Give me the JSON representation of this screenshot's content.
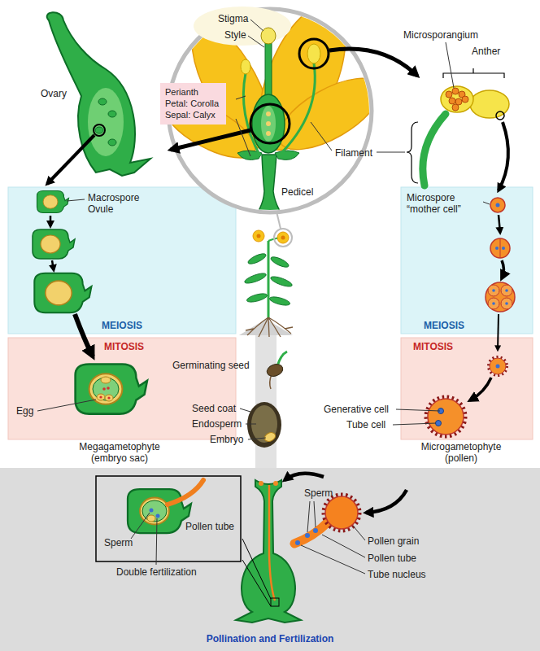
{
  "diagram": {
    "nodes": [
      {
        "text": [
          "MEIOSIS"
        ]
      },
      {
        "text": [
          "MITOSIS"
        ]
      },
      {
        "text": [
          "MEIOSIS"
        ]
      },
      {
        "text": [
          "MITOSIS"
        ]
      },
      {
        "text": [
          "Perianth",
          "Petal: Corolla",
          "Sepal: Calyx"
        ]
      },
      {
        "text": [
          "Pollination and Fertilization"
        ]
      }
    ],
    "labels": [
      "Stigma",
      "Style",
      "Microsporangium",
      "Anther",
      "Ovary",
      "Filament",
      "Pedicel",
      "Macrospore",
      "Ovule",
      "Microspore “mother cell”",
      "Egg",
      "Megagametophyte (embryo sac)",
      "Germinating seed",
      "Seed coat",
      "Endosperm",
      "Embryo",
      "Generative cell",
      "Tube cell",
      "Microgametophyte (pollen)",
      "Sperm",
      "Pollen tube",
      "Double fertilization",
      "Sperm",
      "Pollen grain",
      "Pollen tube",
      "Tube nucleus"
    ]
  }
}
